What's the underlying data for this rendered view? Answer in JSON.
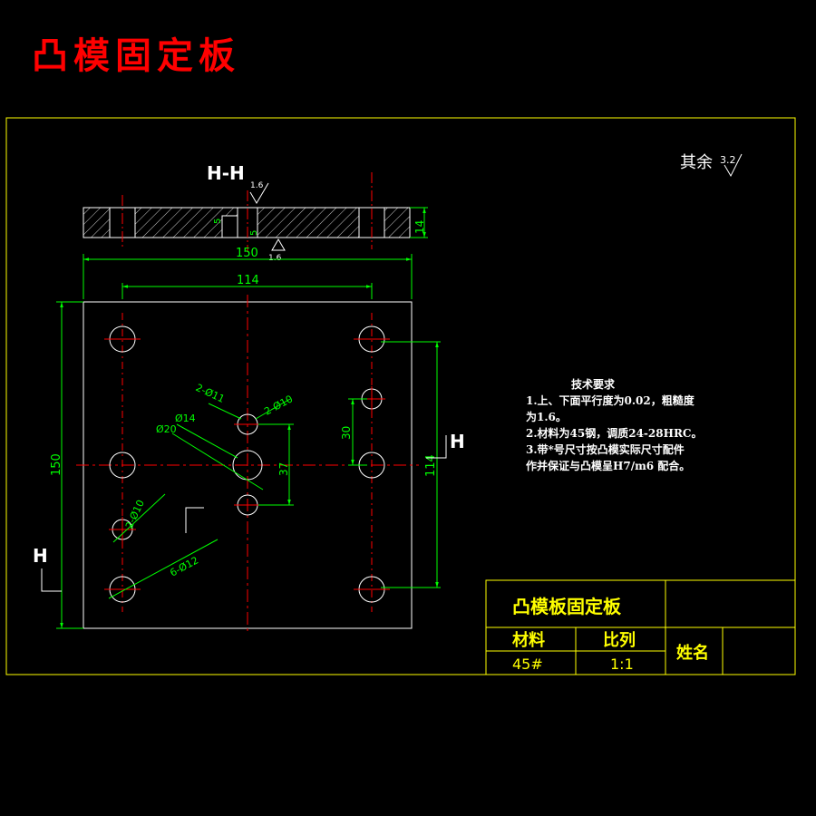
{
  "drawing": {
    "heading": "凸模固定板",
    "surface_note": {
      "label": "其余",
      "value": "3.2"
    },
    "section_label": "H-H",
    "section_marker": "H",
    "roughness_top": "1.6",
    "roughness_bottom": "1.6",
    "dims": {
      "width_150": "150",
      "width_114": "114",
      "height_150": "150",
      "height_114": "114",
      "thickness_14": "14",
      "step_5a": "5",
      "step_5b": "5",
      "d30": "30",
      "d37": "37",
      "hole_2_d11": "2-Ø11",
      "hole_2_d10": "2-Ø10",
      "hole_d14": "Ø14",
      "hole_d20": "Ø20",
      "hole_2_d10b": "2-Ø10",
      "hole_6_d12": "6-Ø12"
    },
    "tech_requirements": {
      "title": "技术要求",
      "lines": [
        "1.上、下面平行度为0.02，粗糙度",
        "为1.6。",
        "2.材料为45钢，调质24-28HRC。",
        "3.带*号尺寸按凸模实际尺寸配件",
        "作并保证与凸模呈H7/m6 配合。"
      ]
    },
    "title_block": {
      "part_name": "凸模板固定板",
      "material_label": "材料",
      "scale_label": "比列",
      "name_label": "姓名",
      "material_value": "45#",
      "scale_value": "1:1"
    }
  },
  "colors": {
    "background": "#000000",
    "border": "#ffff00",
    "outline": "#ffffff",
    "centerline": "#ff0000",
    "dimension": "#00ff00",
    "heading": "#ff0000",
    "title_text": "#ffff00"
  }
}
